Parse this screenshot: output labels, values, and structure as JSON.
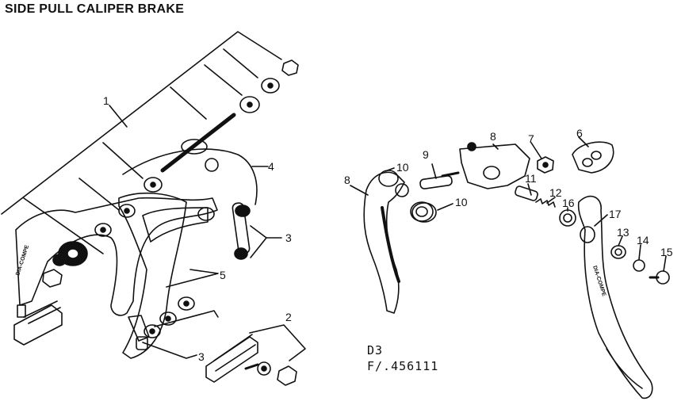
{
  "title": "SIDE PULL CALIPER BRAKE",
  "diagram_code": "D3",
  "figure_number": "F/.456111",
  "colors": {
    "ink": "#111111",
    "paper": "#ffffff",
    "shade": "#666666"
  },
  "callouts": {
    "c1": "1",
    "c2": "2",
    "c3a": "3",
    "c3b": "3",
    "c4": "4",
    "c5": "5",
    "c6": "6",
    "c7": "7",
    "c8a": "8",
    "c8b": "8",
    "c9": "9",
    "c10a": "10",
    "c10b": "10",
    "c11": "11",
    "c12": "12",
    "c13": "13",
    "c14": "14",
    "c15": "15",
    "c16": "16",
    "c17": "17"
  },
  "stamps": {
    "caliper_arm": "DIA-COMPE",
    "lever_blade": "DIA-COMPE"
  }
}
